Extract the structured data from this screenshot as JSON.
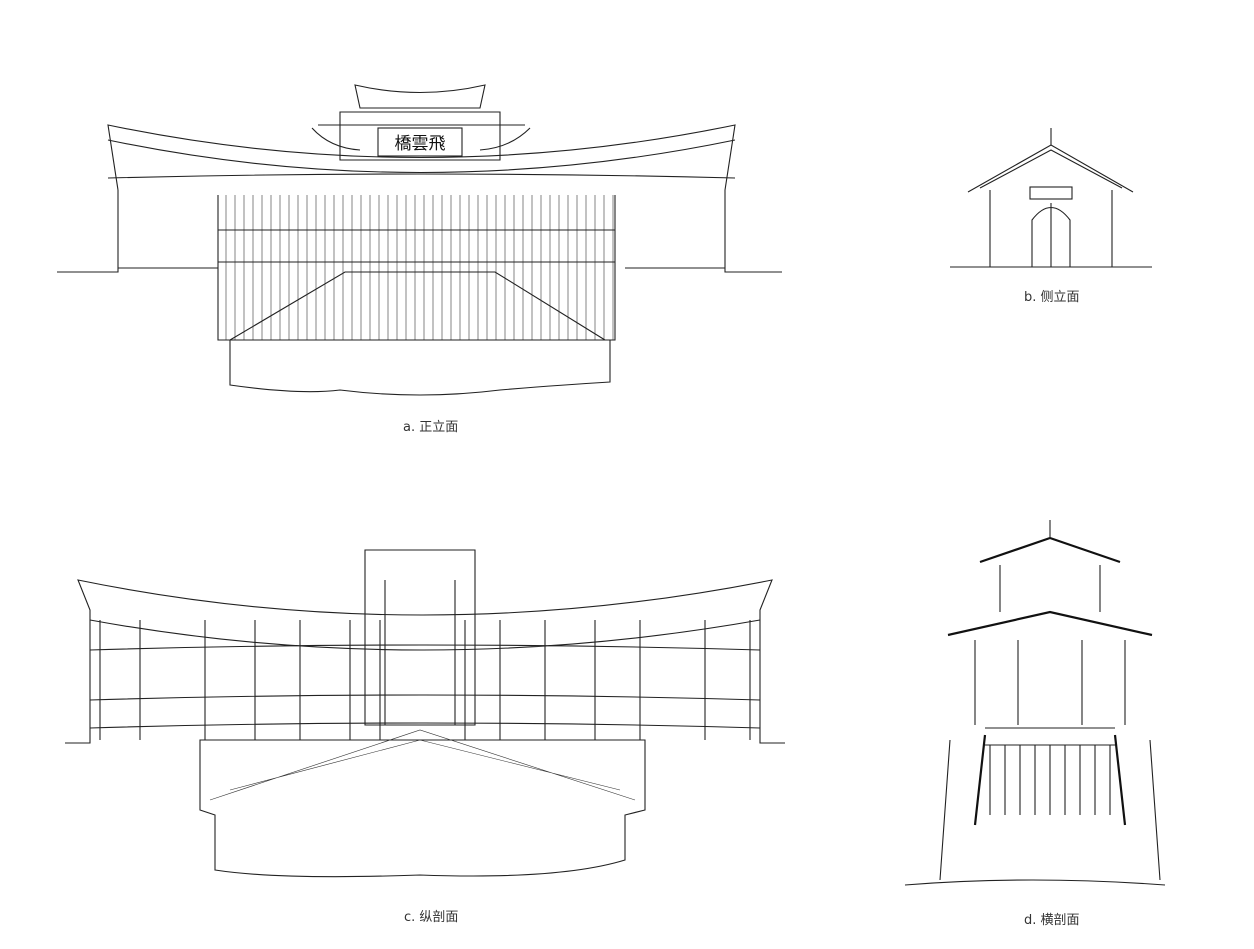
{
  "figures": [
    {
      "caption": "a. 正立面",
      "plaque": "橋雲飛"
    },
    {
      "caption": "b. 侧立面"
    },
    {
      "caption": "c. 纵剖面"
    },
    {
      "caption": "d. 横剖面"
    }
  ],
  "colors": {
    "line": "#222222",
    "caption": "#333333"
  }
}
